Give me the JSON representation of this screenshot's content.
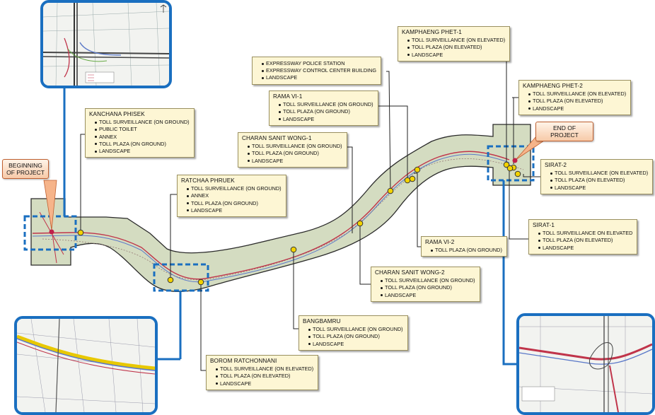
{
  "callouts": {
    "begin": "BEGINNING OF PROJECT",
    "end": "END OF PROJECT"
  },
  "stations": [
    {
      "name": "KANCHANA PHISEK",
      "items": [
        "TOLL SURVEILLANCE (ON GROUND)",
        "PUBLIC TOILET",
        "ANNEX",
        "TOLL PLAZA (ON GROUND)",
        "LANDSCAPE"
      ]
    },
    {
      "name": "RATCHAA PHRUEK",
      "items": [
        "TOLL SURVEILLANCE (ON GROUND)",
        "ANNEX",
        "TOLL PLAZA (ON GROUND)",
        "LANDSCAPE"
      ]
    },
    {
      "name": "BOROM RATCHONNANI",
      "items": [
        "TOLL SURVEILLANCE (ON ELEVATED)",
        "TOLL PLAZA (ON ELEVATED)",
        "LANDSCAPE"
      ]
    },
    {
      "name": "BANGBAMRU",
      "items": [
        "TOLL SURVEILLANCE (ON GROUND)",
        "TOLL PLAZA (ON GROUND)",
        "LANDSCAPE"
      ]
    },
    {
      "name": "CHARAN SANIT WONG-1",
      "items": [
        "TOLL SURVEILLANCE (ON GROUND)",
        "TOLL PLAZA (ON GROUND)",
        "LANDSCAPE"
      ]
    },
    {
      "name": "CHARAN SANIT WONG-2",
      "items": [
        "TOLL SURVEILLANCE (ON GROUND)",
        "TOLL PLAZA (ON GROUND)",
        "LANDSCAPE"
      ]
    },
    {
      "name": "",
      "items": [
        "EXPRESSWAY POLICE STATION",
        "EXPRESSWAY CONTROL CENTER BUILDING",
        "LANDSCAPE"
      ]
    },
    {
      "name": "RAMA  VI-1",
      "items": [
        "TOLL SURVEILLANCE (ON GROUND)",
        "TOLL PLAZA (ON GROUND)",
        "LANDSCAPE"
      ]
    },
    {
      "name": "RAMA  VI-2",
      "items": [
        "TOLL PLAZA (ON GROUND)"
      ]
    },
    {
      "name": "KAMPHAENG PHET-1",
      "items": [
        "TOLL SURVEILLANCE (ON ELEVATED)",
        "TOLL PLAZA (ON ELEVATED)",
        "LANDSCAPE"
      ]
    },
    {
      "name": "KAMPHAENG PHET-2",
      "items": [
        "TOLL SURVEILLANCE (ON ELEVATED)",
        "TOLL PLAZA (ON ELEVATED)",
        "LANDSCAPE"
      ]
    },
    {
      "name": "SIRAT-2",
      "items": [
        "TOLL SURVEILLANCE (ON ELEVATED)",
        "TOLL PLAZA (ON ELEVATED)",
        "LANDSCAPE"
      ]
    },
    {
      "name": "SIRAT-1",
      "items": [
        "TOLL SURVEILLANCE ON ELEVATED",
        "TOLL PLAZA (ON ELEVATED)",
        "LANDSCAPE"
      ]
    }
  ],
  "colors": {
    "corridor_fill": "#d4dcc1",
    "corridor_stroke": "#2b2b2b",
    "highlight_box": "#1a6fc0",
    "station_marker": "#f2d200",
    "route_line": "#c0344a",
    "label_bg": "#fdf6d4"
  },
  "icons": [
    "station-marker-icon",
    "start-marker-icon",
    "end-marker-icon"
  ]
}
